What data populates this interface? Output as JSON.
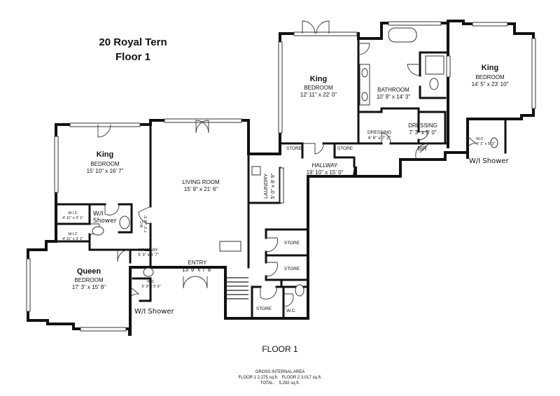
{
  "title": {
    "line1": "20 Royal Tern",
    "line2": "Floor 1"
  },
  "rooms": {
    "king_top_center": {
      "name": "King",
      "type": "BEDROOM",
      "dims": "12' 11\" x 22' 0\""
    },
    "bathroom": {
      "name": "BATHROOM",
      "dims": "10' 9\" x 14' 3\""
    },
    "king_right": {
      "name": "King",
      "type": "BEDROOM",
      "dims": "14' 5\" x 23' 10\""
    },
    "king_left": {
      "name": "King",
      "type": "BEDROOM",
      "dims": "15' 10\" x 16' 7\""
    },
    "living": {
      "name": "LIVING ROOM",
      "dims": "15' 9\" x 21' 6\""
    },
    "laundry": {
      "name": "LAUNDRY",
      "dims": "5' 0\" x 8' 9\""
    },
    "dressing_small": {
      "name": "DRESSING",
      "dims": "6' 6\" x 7' 2\""
    },
    "dressing": {
      "name": "DRESSING",
      "dims": "7' 3\" x 5' 0\""
    },
    "bir": {
      "name": "BIR"
    },
    "store_a": {
      "name": "STORE"
    },
    "store_b": {
      "name": "STORE"
    },
    "hallway_main": {
      "name": "HALLWAY",
      "dims": "19' 10\" x 15' 0\""
    },
    "wc_right": {
      "name": "W.C.",
      "dims": "6' 1\" x 5' 3\""
    },
    "wic1": {
      "name": "W.I.C",
      "dims": "4' 11\" x 3' 1\""
    },
    "wic2": {
      "name": "W.I.C",
      "dims": "4' 11\" x 3' 1\""
    },
    "wc_left": {
      "name": "W.C.",
      "dims": "7' 0\" x 6' 5\""
    },
    "hallway_small": {
      "name": "HALLWAY",
      "dims": "5' 3\" x 6' 7\""
    },
    "store_c": {
      "name": "STORE"
    },
    "store_d": {
      "name": "STORE"
    },
    "store_e": {
      "name": "STORE"
    },
    "wc_bottom": {
      "name": "W.C."
    },
    "entry": {
      "name": "ENTRY",
      "dims": "13' 9\" x 7' 8\""
    },
    "queen": {
      "name": "Queen",
      "type": "BEDROOM",
      "dims": "17' 3\" x 15' 8\""
    },
    "wc_queen": {
      "name": "W.C.",
      "dims": "5' 3\" x 5' 9\""
    }
  },
  "annotations": {
    "shower_right": "W/I Shower",
    "shower_left_1": "W/I",
    "shower_left_2": "Shower",
    "shower_queen": "W/I Shower"
  },
  "footer": {
    "floor_label": "FLOOR 1",
    "area_heading": "GROSS INTERNAL AREA",
    "area_line": "FLOOR 1 2,275 sq.ft.   FLOOR 2 3,017 sq.ft.",
    "total_line": "TOTAL :   5,292 sq.ft."
  }
}
